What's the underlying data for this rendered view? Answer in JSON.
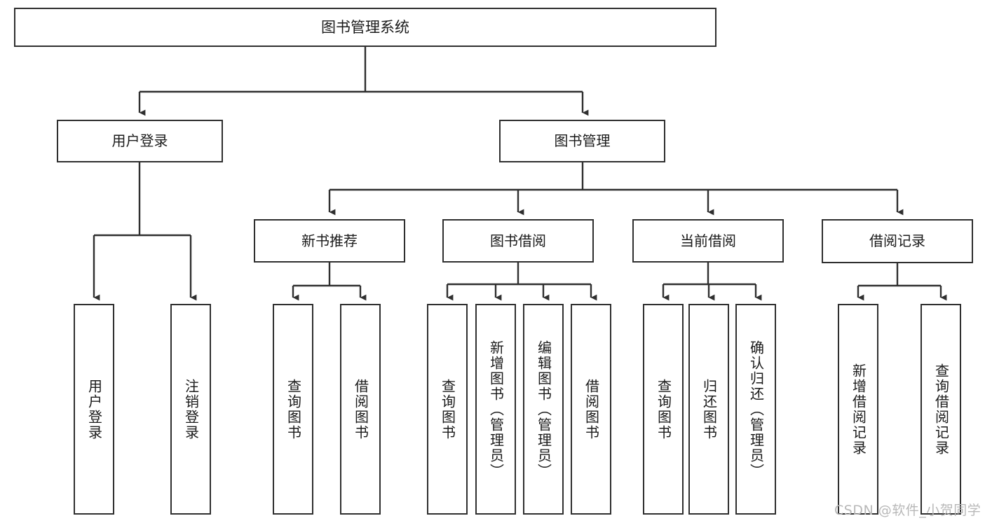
{
  "diagram": {
    "title": "图书管理系统",
    "type": "hierarchy-tree",
    "watermark": "CSDN @软件_小贺同学",
    "colors": {
      "box_border": "#2f2f2f",
      "box_fill": "#ffffff",
      "edge": "#2f2f2f",
      "text": "#1a1a1a",
      "watermark": "#b8b8b8",
      "background": "#ffffff"
    },
    "root": {
      "label": "图书管理系统"
    },
    "level2": [
      {
        "label": "用户登录"
      },
      {
        "label": "图书管理"
      }
    ],
    "level3": [
      {
        "label": "新书推荐"
      },
      {
        "label": "图书借阅"
      },
      {
        "label": "当前借阅"
      },
      {
        "label": "借阅记录"
      }
    ],
    "leaves": {
      "user_login": [
        {
          "label": "用户登录"
        },
        {
          "label": "注销登录"
        }
      ],
      "new_book_recommend": [
        {
          "label": "查询图书"
        },
        {
          "label": "借阅图书"
        }
      ],
      "book_borrow": [
        {
          "label": "查询图书"
        },
        {
          "label": "新增图书（管理员）"
        },
        {
          "label": "编辑图书（管理员）"
        },
        {
          "label": "借阅图书"
        }
      ],
      "current_borrow": [
        {
          "label": "查询图书"
        },
        {
          "label": "归还图书"
        },
        {
          "label": "确认归还（管理员）"
        }
      ],
      "borrow_record": [
        {
          "label": "新增借阅记录"
        },
        {
          "label": "查询借阅记录"
        }
      ]
    }
  }
}
